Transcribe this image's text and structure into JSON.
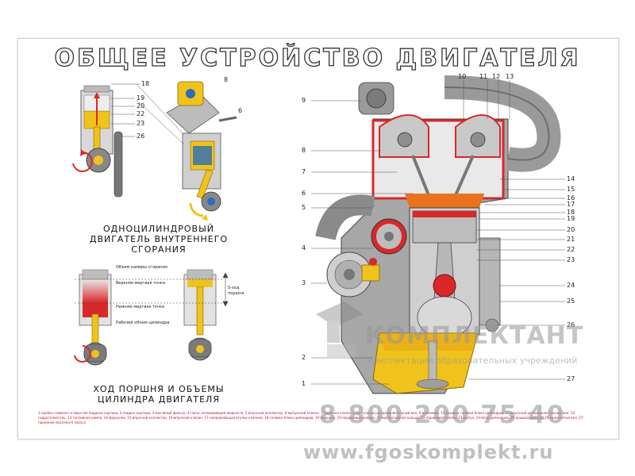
{
  "title": "ОБЩЕЕ УСТРОЙСТВО ДВИГАТЕЛЯ",
  "caption_engine": [
    "ОДНОЦИЛИНДРОВЫЙ",
    "ДВИГАТЕЛЬ ВНУТРЕННЕГО",
    "СГОРАНИЯ"
  ],
  "caption_stroke": [
    "ХОД ПОРШНЯ И ОБЪЕМЫ",
    "ЦИЛИНДРА ДВИГАТЕЛЯ"
  ],
  "stroke_labels": {
    "combustion_volume": "Объем камеры сгорания",
    "tdc": "Верхняя мертвая точка",
    "stroke_line1": "S-ход",
    "stroke_line2": "поршня",
    "bdc": "Нижняя мертвая точка",
    "working_volume": "Рабочий объем цилиндра"
  },
  "left_numbers": [
    "18",
    "19",
    "20",
    "22",
    "23",
    "26",
    "8",
    "6"
  ],
  "right_top_numbers": [
    "10",
    "11",
    "12",
    "13"
  ],
  "right_left_numbers": [
    "9",
    "8",
    "7",
    "6",
    "5",
    "4",
    "3",
    "2",
    "1"
  ],
  "right_side_numbers": [
    "14",
    "15",
    "16",
    "17",
    "18",
    "19",
    "20",
    "21",
    "22",
    "23",
    "24",
    "25",
    "26",
    "27"
  ],
  "legend": "1-пробка сливного отверстия поддона картера, 2-поддон картера, 3-масляный фильтр, 4-насос охлаждающей жидкости, 5-впускной коллектор, 6-выпускной клапан, 7-пружина клапана, 8-впускной распределительный вал, 9-приемник, 10-крышка головки блока цилиндров, 11-впускной распределительный вал, 12-гидротолкатель, 13-топливная рампа, 14-форсунка, 15-впускной коллектор, 16-впускной клапан, 17-направляющая втулка клапана, 18-головка блока цилиндров, 19-поршень, 20-поршневые кольца, 21-маслосъемное кольцо, 22-поршневой палец, 23-шатун, 24-блок цилиндров, 25-крышка шатуна, 26-коленчатый вал, 27-приемник масляного насоса",
  "watermark": {
    "name": "КОМПЛЕКТАНТ",
    "subtitle": "комплектация образовательных учреждений",
    "phone": "8 800 200 75 40",
    "site": "www.fgoskomplekt.ru"
  },
  "colors": {
    "piston_red": "#d9282a",
    "oil_yellow": "#f0c21c",
    "metal_gray": "#9a9a9a",
    "coolant_blue": "#2a6db8",
    "legend_red": "#b0182a"
  }
}
